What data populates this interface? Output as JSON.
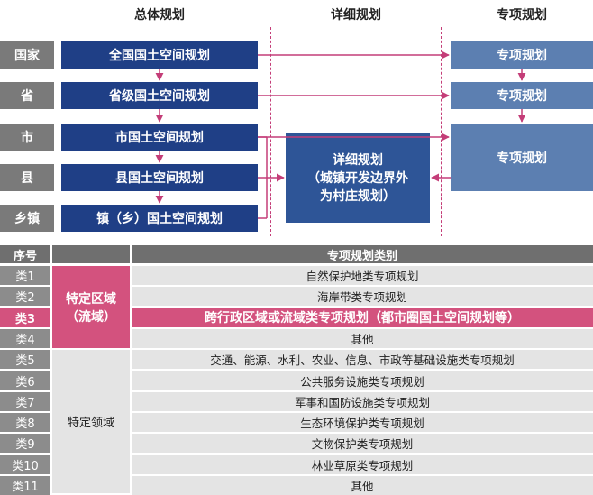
{
  "headers": {
    "general": "总体规划",
    "detail": "详细规划",
    "special": "专项规划"
  },
  "levels": [
    "国家",
    "省",
    "市",
    "县",
    "乡镇"
  ],
  "general_plans": [
    "全国国土空间规划",
    "省级国土空间规划",
    "市国土空间规划",
    "县国土空间规划",
    "镇（乡）国土空间规划"
  ],
  "special_plans": [
    "专项规划",
    "专项规划",
    "专项规划"
  ],
  "detail_plan": {
    "line1": "详细规划",
    "line2": "（城镇开发边界外",
    "line3": "为村庄规划）"
  },
  "table": {
    "header_index": "序号",
    "header_category": "专项规划类别",
    "group_a": {
      "line1": "特定区域",
      "line2": "（流域）"
    },
    "group_b": "特定领域",
    "rows": [
      {
        "index": "类1",
        "name": "自然保护地类专项规划"
      },
      {
        "index": "类2",
        "name": "海岸带类专项规划"
      },
      {
        "index": "类3",
        "name": "跨行政区域或流域类专项规划（都市圈国土空间规划等）"
      },
      {
        "index": "类4",
        "name": "其他"
      },
      {
        "index": "类5",
        "name": "交通、能源、水利、农业、信息、市政等基础设施类专项规划"
      },
      {
        "index": "类6",
        "name": "公共服务设施类专项规划"
      },
      {
        "index": "类7",
        "name": "军事和国防设施类专项规划"
      },
      {
        "index": "类8",
        "name": "生态环境保护类专项规划"
      },
      {
        "index": "类9",
        "name": "文物保护类专项规划"
      },
      {
        "index": "类10",
        "name": "林业草原类专项规划"
      },
      {
        "index": "类11",
        "name": "其他"
      }
    ]
  },
  "colors": {
    "general": "#1f3f86",
    "special": "#5c7fb1",
    "detail": "#2e5597",
    "level": "#7a7a7a",
    "accent": "#d3527e",
    "arrow": "#c43d78"
  }
}
